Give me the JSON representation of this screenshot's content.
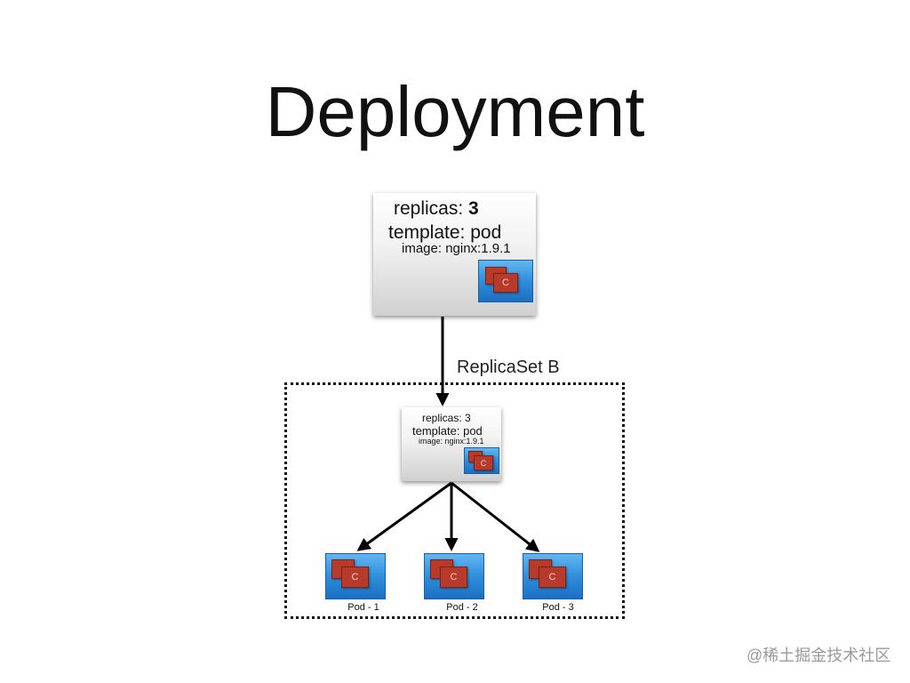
{
  "title": "Deployment",
  "deployment_spec": {
    "replicas_label": "replicas: ",
    "replicas_value": "3",
    "template": "template: pod",
    "image": "image: nginx:1.9.1",
    "container_letter": "C"
  },
  "replicaset": {
    "label": "ReplicaSet B",
    "replicas": "replicas: 3",
    "template": "template: pod",
    "image": "image: nginx:1.9.1",
    "container_letter": "C"
  },
  "pods": [
    {
      "label": "Pod - 1",
      "container_letter": "C"
    },
    {
      "label": "Pod - 2",
      "container_letter": "C"
    },
    {
      "label": "Pod - 3",
      "container_letter": "C"
    }
  ],
  "watermark": "@稀土掘金技术社区",
  "colors": {
    "pod_blue": "#2f8fdc",
    "container_red": "#b83a2a"
  }
}
